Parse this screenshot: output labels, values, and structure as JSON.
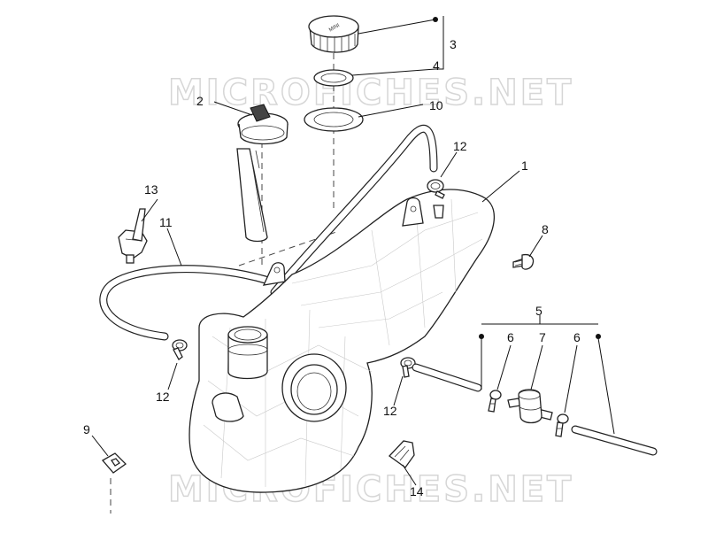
{
  "watermark": {
    "top": "MICROFICHES.NET",
    "bottom": "MICROFICHES.NET"
  },
  "cap_text": "MINI",
  "callouts": [
    {
      "id": "p1",
      "label": "1"
    },
    {
      "id": "p2",
      "label": "2"
    },
    {
      "id": "p3",
      "label": "3"
    },
    {
      "id": "p4",
      "label": "4"
    },
    {
      "id": "p5",
      "label": "5"
    },
    {
      "id": "p6a",
      "label": "6"
    },
    {
      "id": "p6b",
      "label": "6"
    },
    {
      "id": "p7",
      "label": "7"
    },
    {
      "id": "p8",
      "label": "8"
    },
    {
      "id": "p9",
      "label": "9"
    },
    {
      "id": "p10",
      "label": "10"
    },
    {
      "id": "p11",
      "label": "11"
    },
    {
      "id": "p12a",
      "label": "12"
    },
    {
      "id": "p12b",
      "label": "12"
    },
    {
      "id": "p12c",
      "label": "12"
    },
    {
      "id": "p13",
      "label": "13"
    },
    {
      "id": "p14",
      "label": "14"
    }
  ]
}
